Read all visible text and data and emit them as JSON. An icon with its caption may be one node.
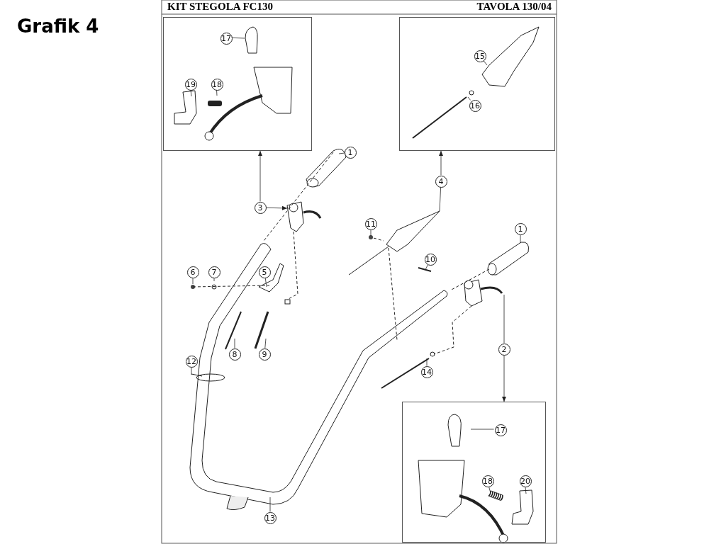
{
  "diagram": {
    "title": "Grafik 4",
    "nodes": [
      {
        "text": [],
        "shape": "box"
      },
      {
        "text": [],
        "shape": "box"
      },
      {
        "text": [],
        "shape": "box"
      },
      {
        "text": [
          "17"
        ],
        "in": 0
      },
      {
        "text": [
          "15"
        ],
        "in": 1
      },
      {
        "text": [
          "19"
        ],
        "in": 0
      },
      {
        "text": [
          "18"
        ],
        "in": 0
      },
      {
        "text": [
          "16"
        ],
        "in": 1
      },
      {
        "text": [
          "1"
        ]
      },
      {
        "text": [
          "4"
        ]
      },
      {
        "text": [
          "3"
        ]
      },
      {
        "text": [
          "11"
        ]
      },
      {
        "text": [
          "1"
        ]
      },
      {
        "text": [
          "10"
        ]
      },
      {
        "text": [
          "6"
        ]
      },
      {
        "text": [
          "7"
        ]
      },
      {
        "text": [
          "5"
        ]
      },
      {
        "text": [
          "2"
        ]
      },
      {
        "text": [
          "8"
        ]
      },
      {
        "text": [
          "9"
        ]
      },
      {
        "text": [
          "12"
        ]
      },
      {
        "text": [
          "14"
        ]
      },
      {
        "text": [
          "17"
        ],
        "in": 2
      },
      {
        "text": [
          "18"
        ],
        "in": 2
      },
      {
        "text": [
          "20"
        ],
        "in": 2
      },
      {
        "text": [
          "13"
        ]
      },
      {
        "text": [],
        "shape": "picture"
      },
      {
        "text": [],
        "shape": "picture"
      },
      {
        "text": [],
        "shape": "picture"
      },
      {
        "text": [],
        "shape": "picture"
      },
      {
        "text": [],
        "shape": "picture",
        "in": 2
      }
    ],
    "edges": [
      {
        "from": 3,
        "to": null,
        "arrow": "none"
      },
      {
        "from": 4,
        "to": null,
        "arrow": "none"
      },
      {
        "from": 5,
        "to": null,
        "arrow": "none"
      },
      {
        "from": 6,
        "to": null,
        "arrow": "none"
      },
      {
        "from": 7,
        "to": null,
        "arrow": "none"
      },
      {
        "from": 8,
        "to": null,
        "arrow": "none"
      },
      {
        "from": 9,
        "to": 1,
        "arrow": "to"
      },
      {
        "from": 9,
        "to": 27,
        "arrow": "none"
      },
      {
        "from": 10,
        "to": 0,
        "arrow": "to"
      },
      {
        "from": 10,
        "to": 26,
        "arrow": "to"
      },
      {
        "from": 11,
        "to": null,
        "arrow": "none"
      },
      {
        "from": 12,
        "to": 29,
        "arrow": "none"
      },
      {
        "from": 13,
        "to": null,
        "arrow": "none"
      },
      {
        "from": 14,
        "to": null,
        "arrow": "none"
      },
      {
        "from": 15,
        "to": null,
        "arrow": "none"
      },
      {
        "from": 16,
        "to": null,
        "arrow": "none"
      },
      {
        "from": 17,
        "to": 28,
        "arrow": "none"
      },
      {
        "from": 17,
        "to": 2,
        "arrow": "to"
      },
      {
        "from": 18,
        "to": null,
        "arrow": "none"
      },
      {
        "from": 19,
        "to": null,
        "arrow": "none"
      },
      {
        "from": 20,
        "to": null,
        "arrow": "none"
      },
      {
        "from": 21,
        "to": null,
        "arrow": "none"
      },
      {
        "from": 22,
        "to": null,
        "arrow": "none"
      },
      {
        "from": 23,
        "to": 30,
        "arrow": "none"
      },
      {
        "from": 24,
        "to": null,
        "arrow": "none"
      },
      {
        "from": 25,
        "to": null,
        "arrow": "none"
      }
    ],
    "labels": [
      "KIT STEGOLA FC130",
      "TAVOLA 130/04"
    ]
  }
}
